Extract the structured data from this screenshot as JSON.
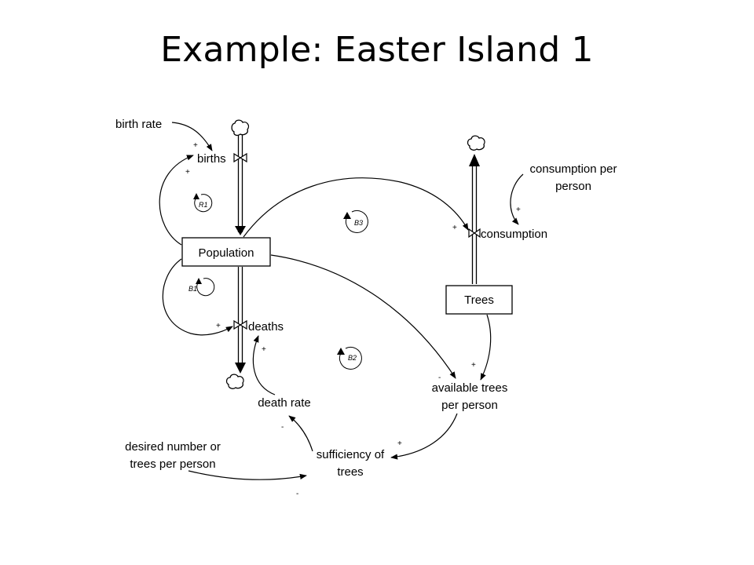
{
  "slide": {
    "title": "Example: Easter Island 1"
  },
  "stocks": {
    "population": "Population",
    "trees": "Trees"
  },
  "flows": {
    "births": "births",
    "deaths": "deaths",
    "consumption": "consumption"
  },
  "variables": {
    "birth_rate": "birth rate",
    "consumption_per_person": [
      "consumption per",
      "person"
    ],
    "death_rate": "death rate",
    "available_trees": [
      "available trees",
      "per person"
    ],
    "sufficiency": [
      "sufficiency of",
      "trees"
    ],
    "desired_number": [
      "desired number or",
      "trees per person"
    ]
  },
  "loops": {
    "r1": "R1",
    "b1": "B1",
    "b2": "B2",
    "b3": "B3"
  },
  "polarities": {
    "birth_rate_births": "+",
    "population_births": "+",
    "population_deaths": "+",
    "death_rate_deaths": "+",
    "population_consumption": "+",
    "consumption_per_person_consumption": "+",
    "population_available": "-",
    "trees_available": "+",
    "available_sufficiency": "+",
    "sufficiency_death_rate": "-",
    "desired_sufficiency": "-"
  }
}
